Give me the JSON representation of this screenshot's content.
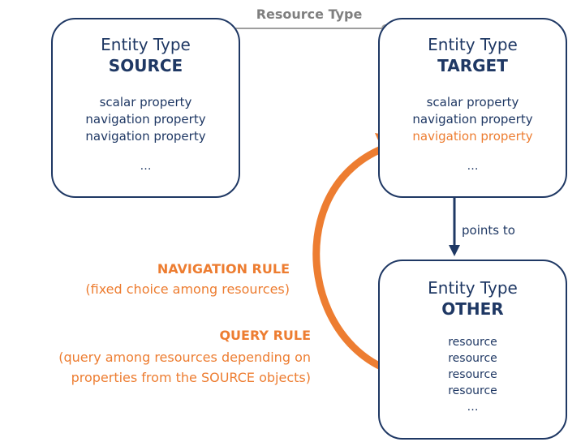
{
  "relation": {
    "label": "Resource Type"
  },
  "source": {
    "title": "Entity Type",
    "name": "SOURCE",
    "properties": [
      "scalar property",
      "navigation property",
      "navigation property"
    ],
    "ellipsis": "…"
  },
  "target": {
    "title": "Entity Type",
    "name": "TARGET",
    "properties": [
      "scalar property",
      "navigation property",
      "navigation property"
    ],
    "ellipsis": "…"
  },
  "other": {
    "title": "Entity Type",
    "name": "OTHER",
    "resources": [
      "resource",
      "resource",
      "resource",
      "resource"
    ],
    "ellipsis": "…"
  },
  "points_to": "points to",
  "navigation_rule": {
    "title": "NAVIGATION RULE",
    "description": "(fixed choice among resources)"
  },
  "query_rule": {
    "title": "QUERY RULE",
    "description_line1": "(query among resources depending on",
    "description_line2": "properties from the SOURCE objects)"
  },
  "colors": {
    "navy": "#1f3864",
    "orange": "#ed7d31",
    "gray": "#7f7f7f"
  }
}
